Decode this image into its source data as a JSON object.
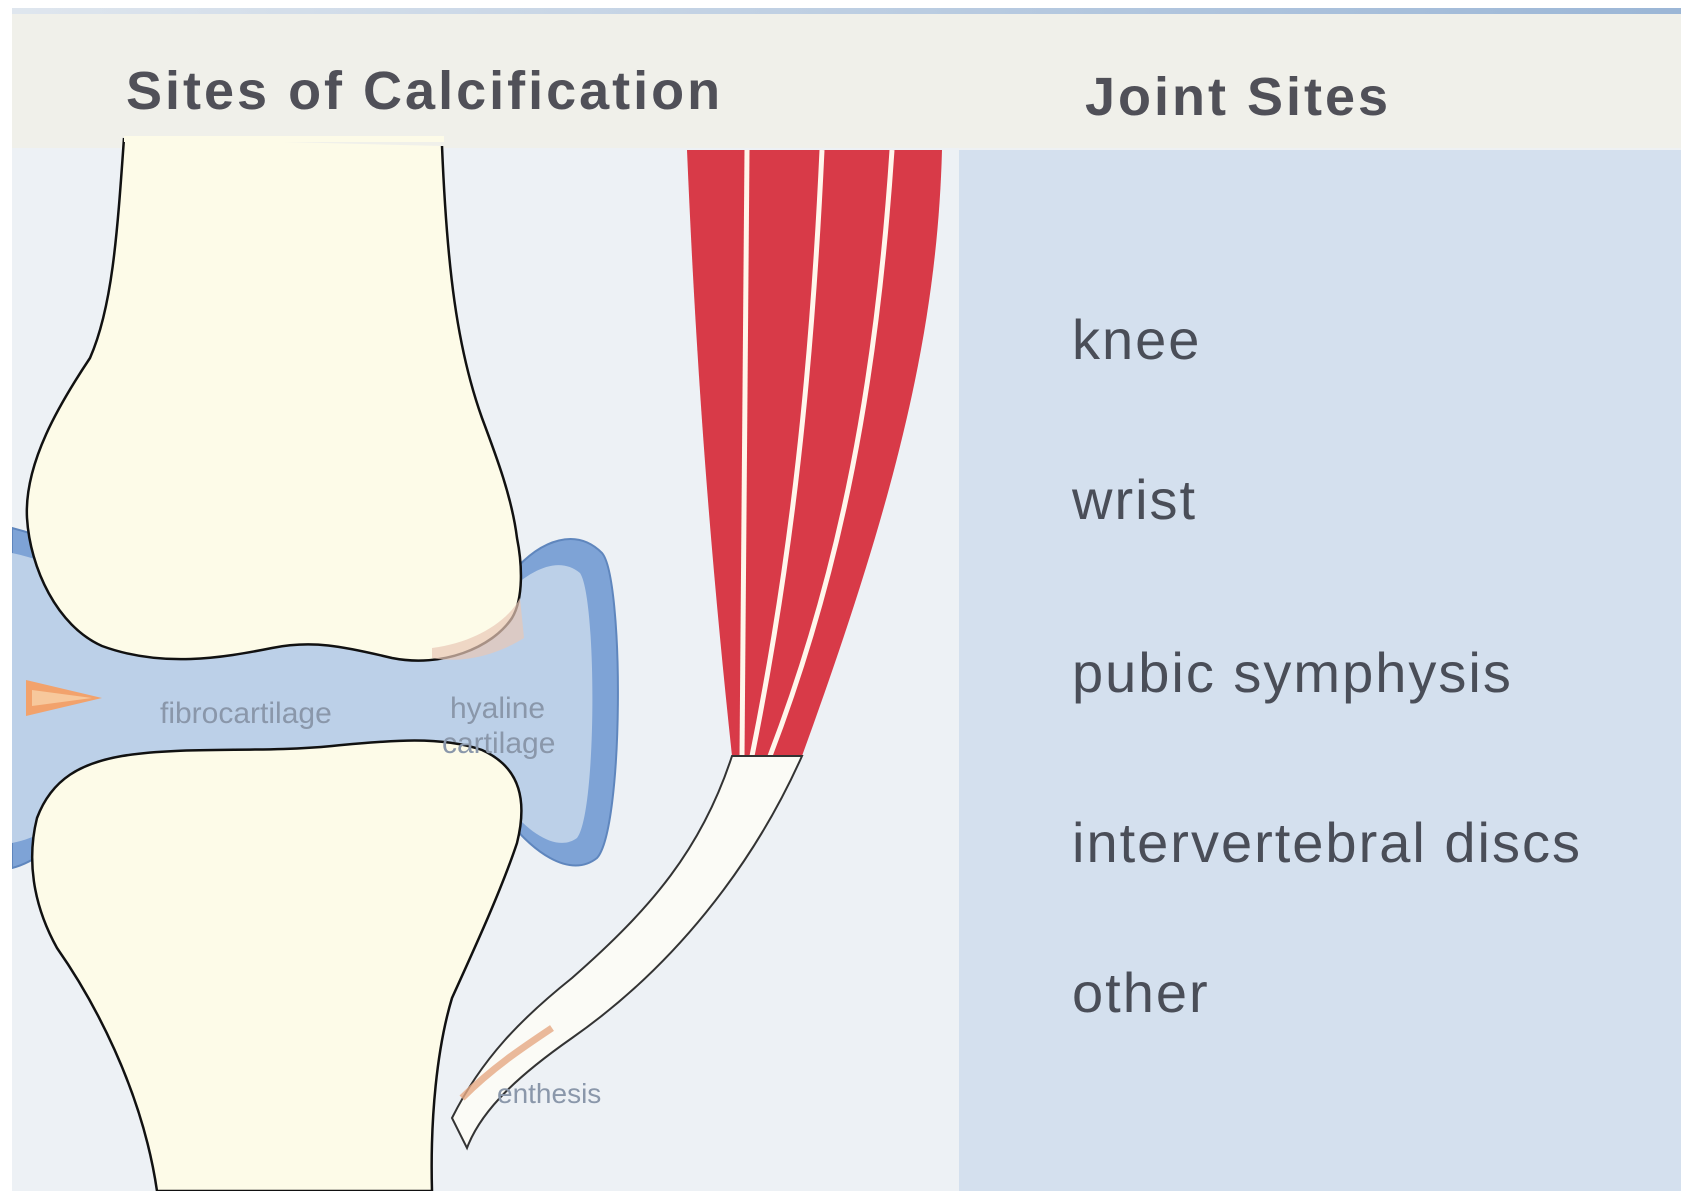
{
  "title": "Sites of Calcification",
  "panel_title": "Joint Sites",
  "joint_sites": [
    "knee",
    "wrist",
    "pubic symphysis",
    "intervertebral discs",
    "other"
  ],
  "diagram_labels": {
    "fibrocartilage": "fibrocartilage",
    "hyaline_line1": "hyaline",
    "hyaline_line2": "cartilage",
    "enthesis": "enthesis"
  },
  "colors": {
    "bone": "#fdfbe8",
    "cartilage": "#bcd0e8",
    "capsule": "#7ea3d6",
    "muscle": "#d83a48",
    "tendon": "#fbfbf6",
    "calcification_marker": "#f2a26c",
    "panel": "#d4e0ee",
    "header": "#f0f0ea"
  }
}
